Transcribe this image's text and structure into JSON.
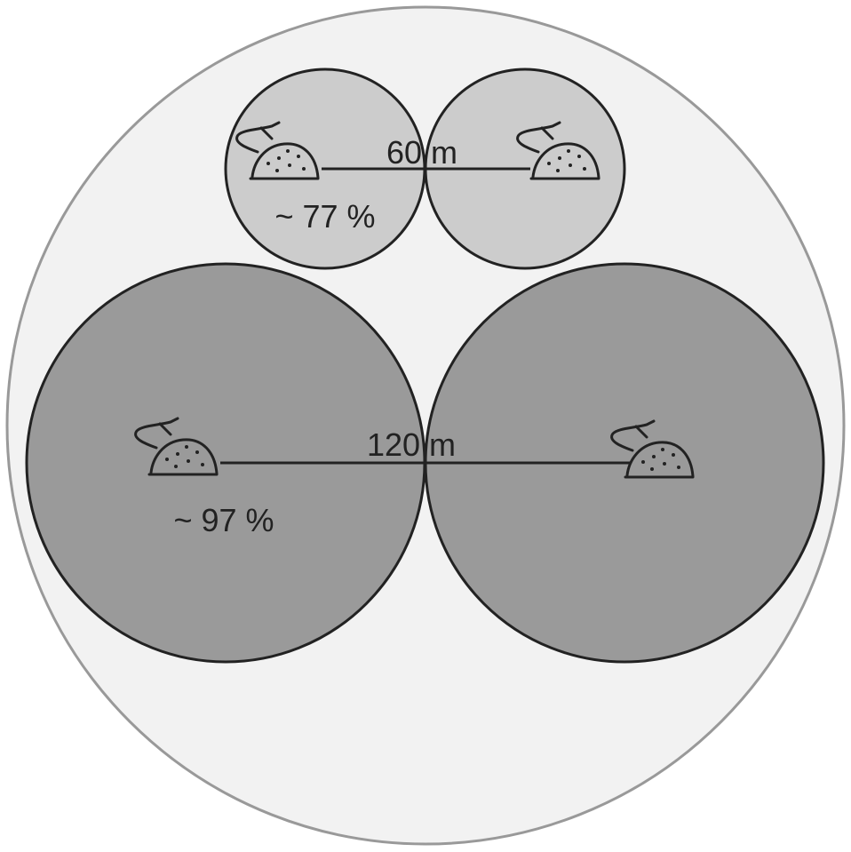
{
  "diagram": {
    "small_pair": {
      "distance_label": "60 m",
      "percentage_label": "~ 77 %",
      "fill_color": "#cccccc"
    },
    "large_pair": {
      "distance_label": "120 m",
      "percentage_label": "~ 97 %",
      "fill_color": "#9a9a9a"
    },
    "outer_fill_color": "#f2f2f2",
    "outer_stroke_color": "#999999",
    "icon": "snail-icon"
  }
}
